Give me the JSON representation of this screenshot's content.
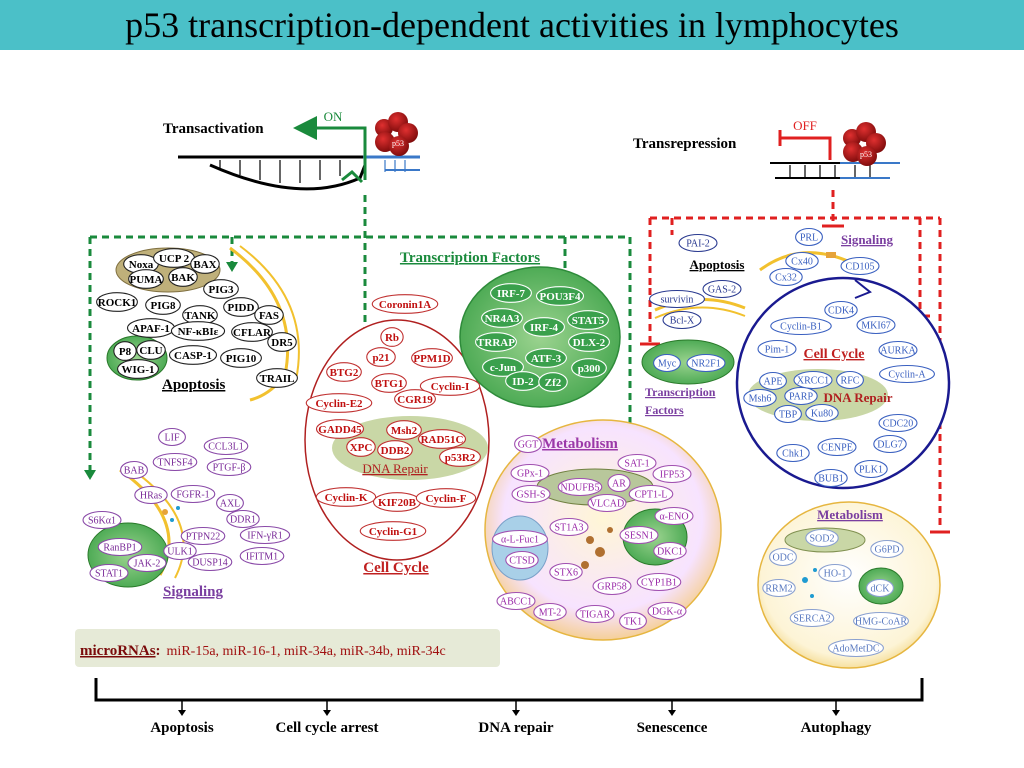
{
  "title": "p53 transcription-dependent activities in lymphocytes",
  "labels": {
    "transactivation": "Transactivation",
    "on": "ON",
    "transrepression": "Transrepression",
    "off": "OFF",
    "p53": "p53"
  },
  "colors": {
    "title_bar": "#4bc0c8",
    "activation": "#1a8a3c",
    "repression": "#e02020"
  },
  "left_groups": {
    "apoptosis": {
      "title": "Apoptosis",
      "genes": [
        "Noxa",
        "UCP 2",
        "BAX",
        "PUMA",
        "BAK",
        "PIG3",
        "ROCK1",
        "PIG8",
        "TANK",
        "PIDD",
        "FAS",
        "APAF-1",
        "NF-κBIε",
        "CFLAR",
        "DR5",
        "P8",
        "CLU",
        "CASP-1",
        "PIG10",
        "WIG-1",
        "TRAIL"
      ]
    },
    "transcription_factors": {
      "title": "Transcription Factors",
      "genes": [
        "IRF-7",
        "POU3F4",
        "NR4A3",
        "IRF-4",
        "STAT5",
        "TRRAP",
        "DLX-2",
        "ATF-3",
        "c-Jun",
        "p300",
        "ID-2",
        "Zf2"
      ]
    },
    "cell_cycle": {
      "title": "Cell Cycle",
      "genes": [
        "Coronin1A",
        "Rb",
        "p21",
        "PPM1D",
        "BTG2",
        "BTG1",
        "Cyclin-I",
        "Cyclin-E2",
        "CGR19",
        "GADD45",
        "Msh2",
        "RAD51C",
        "XPC",
        "DDB2",
        "p53R2",
        "Cyclin-K",
        "KIF20B",
        "Cyclin-F",
        "Cyclin-G1"
      ],
      "dna_repair": "DNA Repair"
    },
    "signaling": {
      "title": "Signaling",
      "genes": [
        "LIF",
        "CCL3L1",
        "BAB",
        "TNFSF4",
        "PTGF-β",
        "HRas",
        "FGFR-1",
        "AXL",
        "S6Kα1",
        "DDR1",
        "PTPN22",
        "IFN-γR1",
        "RanBP1",
        "ULK1",
        "JAK-2",
        "DUSP14",
        "IFITM1",
        "STAT1"
      ]
    },
    "metabolism": {
      "title": "Metabolism",
      "genes": [
        "GGT",
        "SAT-1",
        "GPx-1",
        "IFP53",
        "AR",
        "GSH-S",
        "NDUFB5",
        "CPT1-L",
        "VLCAD",
        "α-ENO",
        "ST1A3",
        "SESN1",
        "α-L-Fuc1",
        "CTSD",
        "DKC1",
        "STX6",
        "GRP58",
        "CYP1B1",
        "ABCC1",
        "MT-2",
        "TIGAR",
        "TK1",
        "DGK-α"
      ]
    }
  },
  "right_groups": {
    "apoptosis": {
      "title": "Apoptosis",
      "genes": [
        "PAI-2",
        "GAS-2",
        "survivin",
        "Bcl-X"
      ]
    },
    "signaling": {
      "title": "Signaling",
      "genes": [
        "PRL",
        "Cx40",
        "CD105",
        "Cx32"
      ]
    },
    "transcription_factors": {
      "title": "Transcription Factors",
      "genes": [
        "Myc",
        "NR2F1"
      ]
    },
    "cell_cycle": {
      "title": "Cell Cycle",
      "genes": [
        "CDK4",
        "Cyclin-B1",
        "MKI67",
        "Pim-1",
        "AURKA",
        "Cyclin-A",
        "APE",
        "XRCC1",
        "RFC",
        "Msh6",
        "PARP",
        "TBP",
        "Ku80",
        "CDC20",
        "Chk1",
        "CENPE",
        "DLG7",
        "PLK1",
        "BUB1"
      ],
      "dna_repair": "DNA Repair"
    },
    "metabolism": {
      "title": "Metabolism",
      "genes": [
        "SOD2",
        "ODC",
        "G6PD",
        "HO-1",
        "RRM2",
        "dCK",
        "SERCA2",
        "HMG-CoAR",
        "AdoMetDC"
      ]
    }
  },
  "micrornas": {
    "label": "microRNAs",
    "colon": ":",
    "list": "miR-15a, miR-16-1, miR-34a, miR-34b, miR-34c"
  },
  "outcomes": [
    "Apoptosis",
    "Cell cycle arrest",
    "DNA repair",
    "Senescence",
    "Autophagy"
  ]
}
